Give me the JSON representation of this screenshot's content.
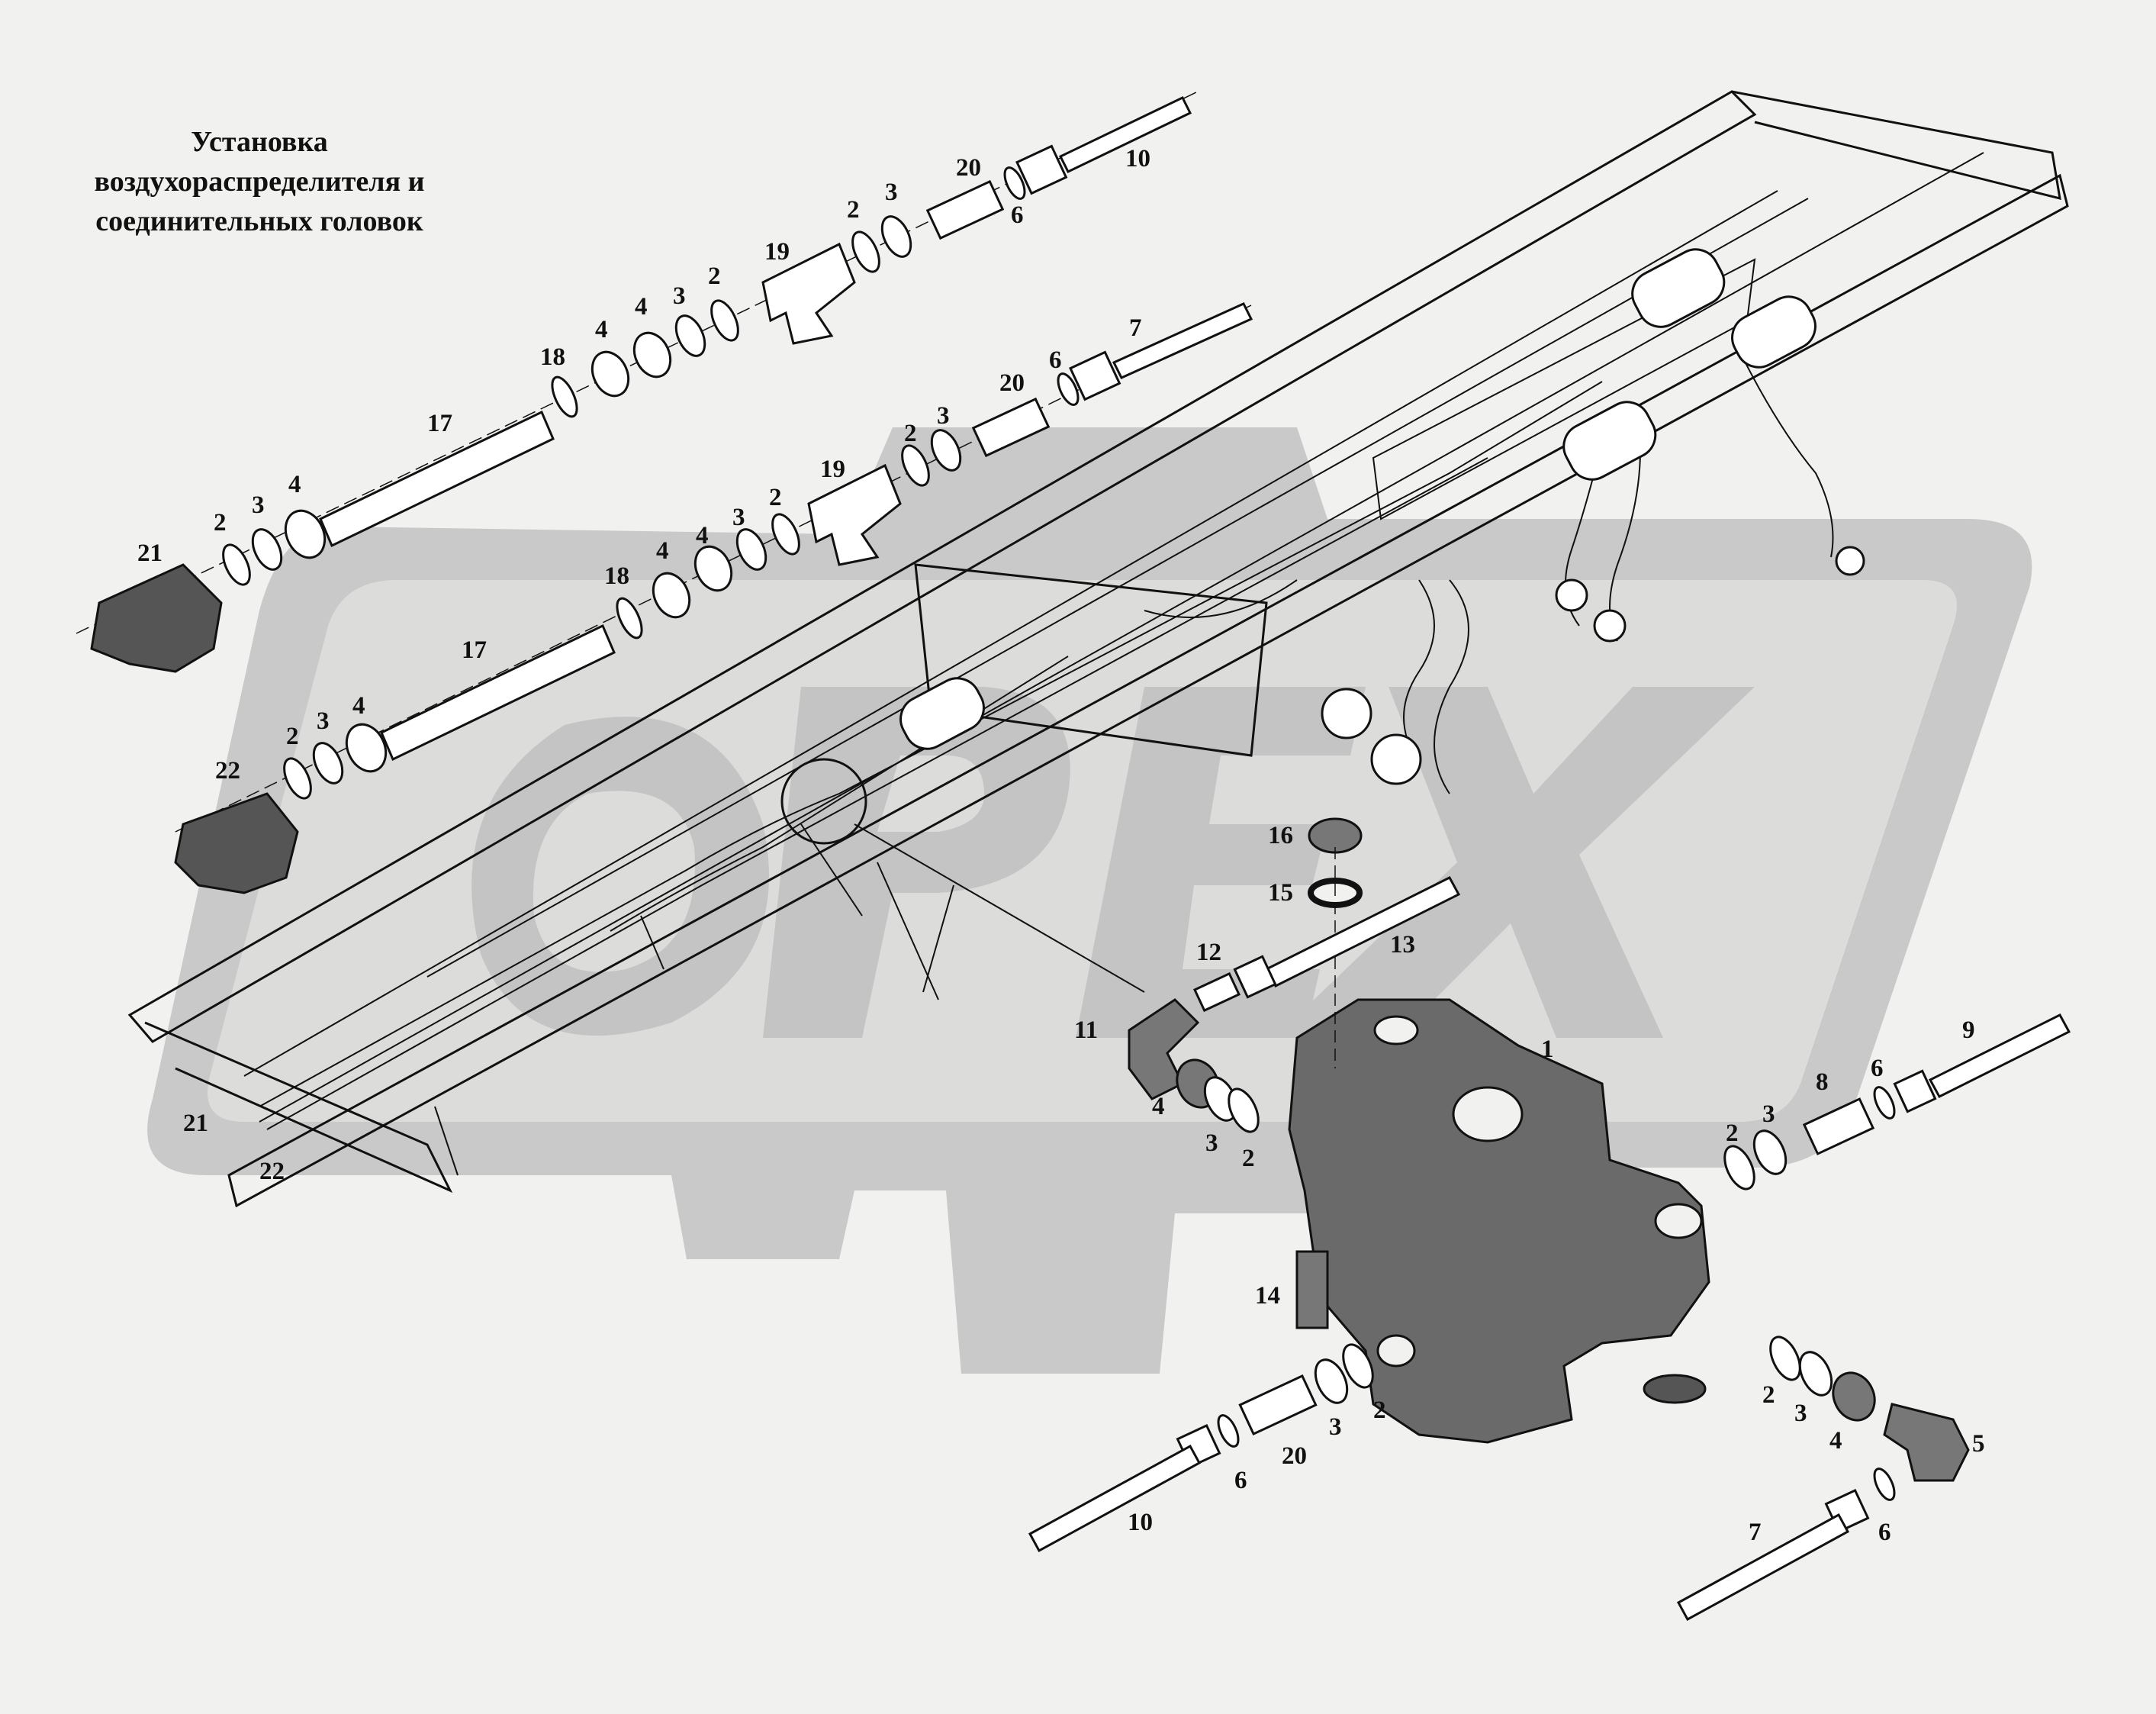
{
  "title": {
    "line1": "Установка",
    "line2": "воздухораспределителя и",
    "line3": "соединительных головок"
  },
  "watermark": {
    "text": "OPEX"
  },
  "colors": {
    "background": "#f1f1ef",
    "watermark": "#c9c9c9",
    "ink": "#111111"
  },
  "callouts": {
    "u10": "10",
    "u20": "20",
    "u6a": "6",
    "u3a": "3",
    "u2a": "2",
    "u19": "19",
    "u2b": "2",
    "u3b": "3",
    "u4a": "4",
    "u4b": "4",
    "u18": "18",
    "u17": "17",
    "u4c": "4",
    "u3c": "3",
    "u2c": "2",
    "u21": "21",
    "m7": "7",
    "m6": "6",
    "m20": "20",
    "m3a": "3",
    "m2a": "2",
    "m19": "19",
    "m2b": "2",
    "m3b": "3",
    "m4a": "4",
    "m4b": "4",
    "m18": "18",
    "m17": "17",
    "m4c": "4",
    "m3c": "3",
    "m2c": "2",
    "m22": "22",
    "f21": "21",
    "f22": "22",
    "v16": "16",
    "v15": "15",
    "v12": "12",
    "v13": "13",
    "v11": "11",
    "v4a": "4",
    "v3a": "3",
    "v2a": "2",
    "v1": "1",
    "v9": "9",
    "v6a": "6",
    "v8": "8",
    "v3b": "3",
    "v2b": "2",
    "v14": "14",
    "v2c": "2",
    "v3c": "3",
    "v20": "20",
    "v6b": "6",
    "v10": "10",
    "v2d": "2",
    "v3d": "3",
    "v4b": "4",
    "v5": "5",
    "v7": "7",
    "v6c": "6"
  }
}
